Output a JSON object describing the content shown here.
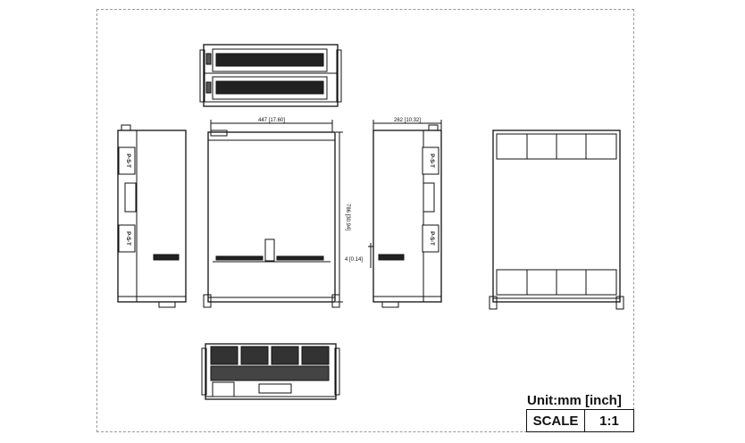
{
  "dimensions": {
    "width_label": "447 [17.60]",
    "depth_label": "786 [30.94]",
    "height_label": "262 [10.32]",
    "handle_label": "4 [0.14]"
  },
  "title_block": {
    "unit_text": "Unit:mm [inch]",
    "scale_label": "SCALE",
    "scale_value": "1:1"
  },
  "side_labels": {
    "upper": "P-S-T",
    "lower": "P-S-T"
  },
  "colors": {
    "line": "#111111",
    "border": "#999999",
    "background": "#ffffff"
  }
}
